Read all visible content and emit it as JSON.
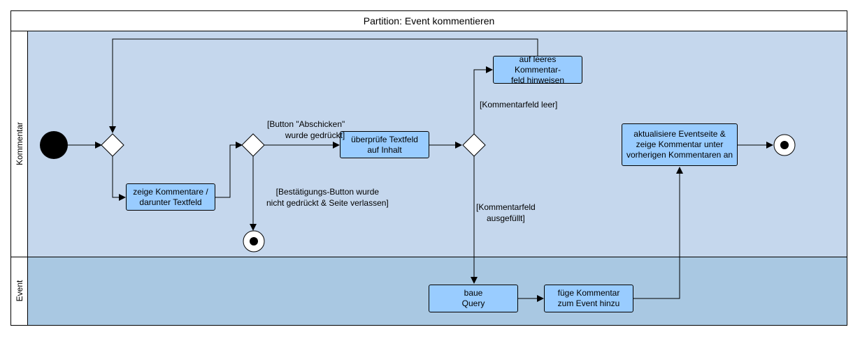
{
  "partition": {
    "title": "Partition: Event kommentieren"
  },
  "lanes": [
    {
      "label": "Kommentar",
      "color": "#c5d7ed"
    },
    {
      "label": "Event",
      "color": "#a9c8e2"
    }
  ],
  "actions": {
    "show_comments": "zeige Kommentare /\ndarunter Textfeld",
    "check_textfield": "überprüfe Textfeld\nauf Inhalt",
    "hint_empty": "auf leeres Kommentar-\nfeld hinweisen",
    "update_page": "aktualisiere Eventseite &\nzeige Kommentar unter\nvorherigen Kommentaren an",
    "build_query": "baue\nQuery",
    "add_comment": "füge Kommentar\nzum Event hinzu"
  },
  "guards": {
    "button_pressed": "[Button \"Abschicken\"\nwurde gedrückt]",
    "button_not_pressed": "[Bestätigungs-Button wurde\nnicht gedrückt & Seite verlassen]",
    "field_empty": "[Kommentarfeld leer]",
    "field_filled": "[Kommentarfeld\nausgefüllt]"
  },
  "colors": {
    "action_fill": "#99ccff",
    "lane_top": "#c5d7ed",
    "lane_bottom": "#a9c8e2",
    "line": "#000000"
  }
}
